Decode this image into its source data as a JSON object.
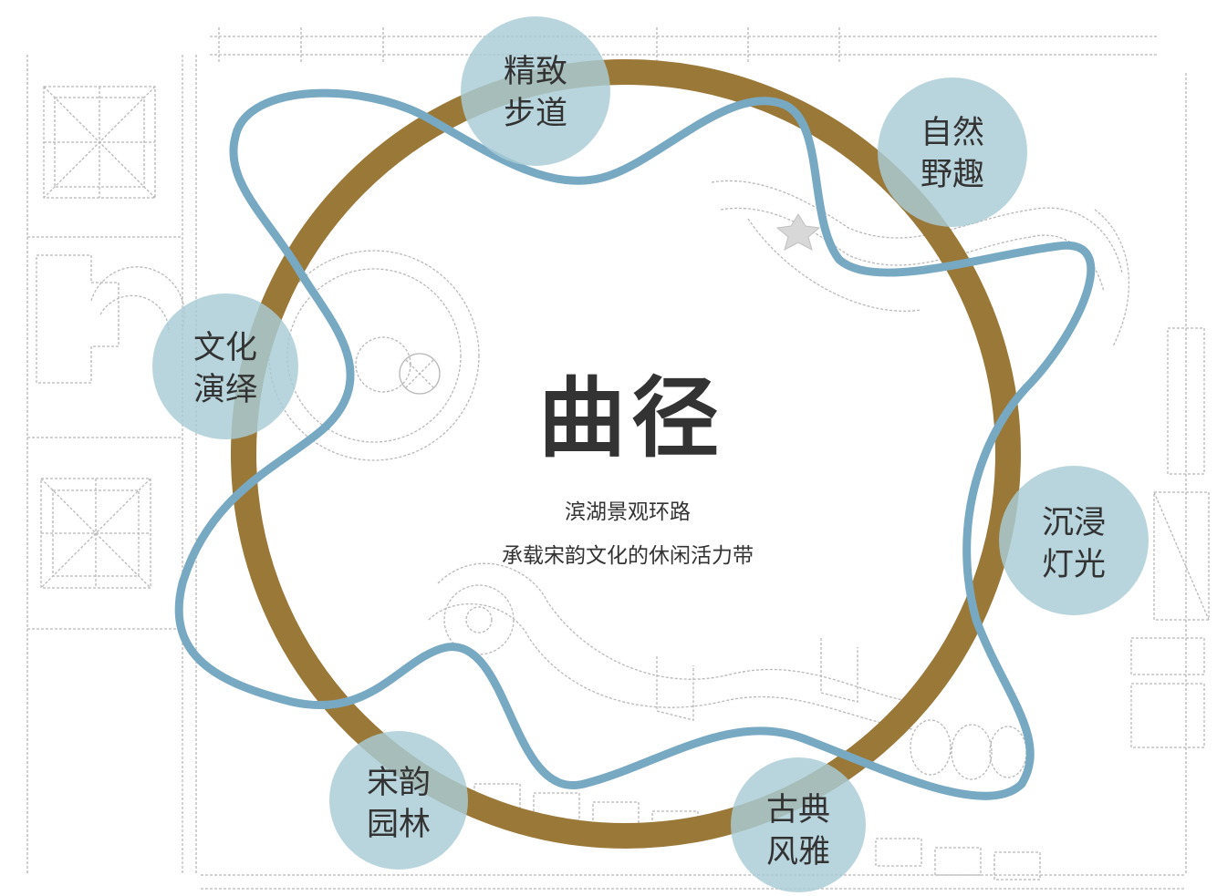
{
  "diagram": {
    "title": "曲径",
    "subtitle_lines": [
      "滨湖景观环路",
      "承载宋韵文化的休闲活力带"
    ],
    "colors": {
      "ring": "#9a7838",
      "path": "#78a9c3",
      "bubble": "#a8ccd6",
      "text": "#333333",
      "plan_lines": "#b8b8b8"
    },
    "nodes": [
      {
        "id": "jingzhi",
        "line1": "精致",
        "line2": "步道"
      },
      {
        "id": "ziran",
        "line1": "自然",
        "line2": "野趣"
      },
      {
        "id": "chenjin",
        "line1": "沉浸",
        "line2": "灯光"
      },
      {
        "id": "gudian",
        "line1": "古典",
        "line2": "风雅"
      },
      {
        "id": "songyun",
        "line1": "宋韵",
        "line2": "园林"
      },
      {
        "id": "wenhua",
        "line1": "文化",
        "line2": "演绎"
      }
    ]
  }
}
